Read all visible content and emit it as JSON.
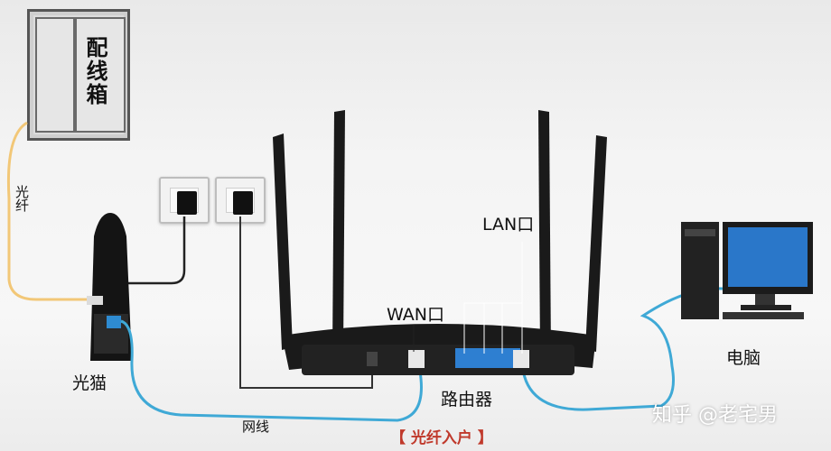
{
  "labels": {
    "distribution_box": "配线箱",
    "fiber": "光纤",
    "modem": "光猫",
    "wan_port": "WAN口",
    "lan_port": "LAN口",
    "router": "路由器",
    "pc": "电脑",
    "network_cable": "网线",
    "caption": "【 光纤入户 】",
    "watermark": "知乎 @老宅男"
  },
  "colors": {
    "fiber_cable": "#f2c777",
    "network_cable": "#3fa9d6",
    "power_cable": "#222222",
    "caption_text": "#c0392b",
    "router_body": "#1a1a1a",
    "lan_ports": "#2e7fd1"
  }
}
